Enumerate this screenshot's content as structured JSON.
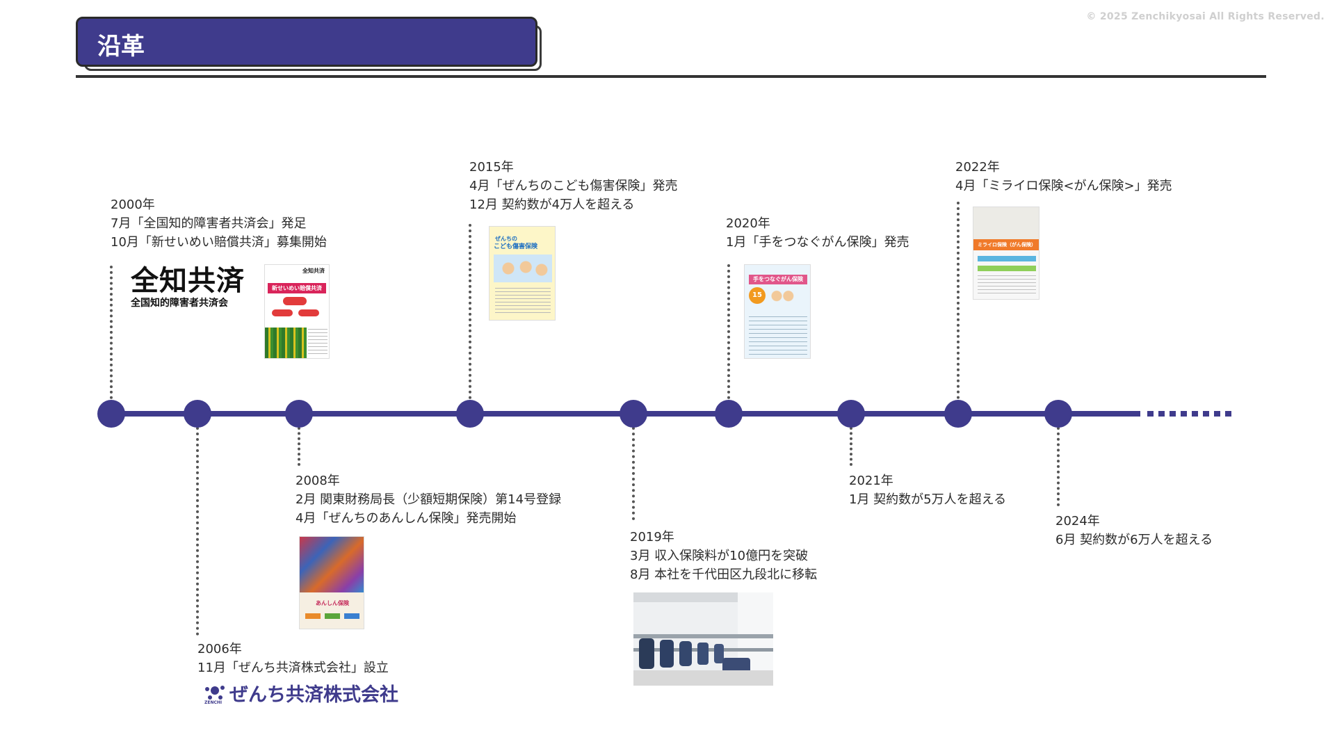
{
  "header": {
    "title": "沿革",
    "copyright": "© 2025 Zenchikyosai All Rights Reserved."
  },
  "colors": {
    "accent": "#3f3b8c",
    "rule": "#333333"
  },
  "events": [
    {
      "year": "2000年",
      "lines": [
        "7月「全国知的障害者共済会」発足",
        "10月「新せいめい賠償共済」募集開始"
      ],
      "position": "above"
    },
    {
      "year": "2006年",
      "lines": [
        "11月「ぜんち共済株式会社」設立"
      ],
      "position": "below"
    },
    {
      "year": "2008年",
      "lines": [
        "2月 関東財務局長（少額短期保険）第14号登録",
        "4月「ぜんちのあんしん保険」発売開始"
      ],
      "position": "below"
    },
    {
      "year": "2015年",
      "lines": [
        "4月「ぜんちのこども傷害保険」発売",
        "12月 契約数が4万人を超える"
      ],
      "position": "above"
    },
    {
      "year": "2019年",
      "lines": [
        "3月 収入保険料が10億円を突破",
        "8月 本社を千代田区九段北に移転"
      ],
      "position": "below"
    },
    {
      "year": "2020年",
      "lines": [
        "1月「手をつなぐがん保険」発売"
      ],
      "position": "above"
    },
    {
      "year": "2021年",
      "lines": [
        "1月 契約数が5万人を超える"
      ],
      "position": "below"
    },
    {
      "year": "2022年",
      "lines": [
        "4月「ミライロ保険<がん保険>」発売"
      ],
      "position": "above"
    },
    {
      "year": "2024年",
      "lines": [
        "6月 契約数が6万人を超える"
      ],
      "position": "below"
    }
  ],
  "logos": {
    "zenchi_big": "全知共済",
    "zenchi_small": "全国知的障害者共済会",
    "company_name": "ぜんち共済株式会社",
    "company_mark_text": "ZENCHI"
  },
  "brochures": {
    "seimei": {
      "heading": "全知共済",
      "banner": "新せいめい賠償共済"
    },
    "anshin": {
      "banner": "あんしん保険"
    },
    "kodomo": {
      "heading": "ぜんちの",
      "banner": "こども傷害保険"
    },
    "gan": {
      "banner": "手をつなぐがん保険",
      "badge": "15"
    },
    "mirairo": {
      "banner": "ミライロ保険（がん保険）"
    }
  }
}
